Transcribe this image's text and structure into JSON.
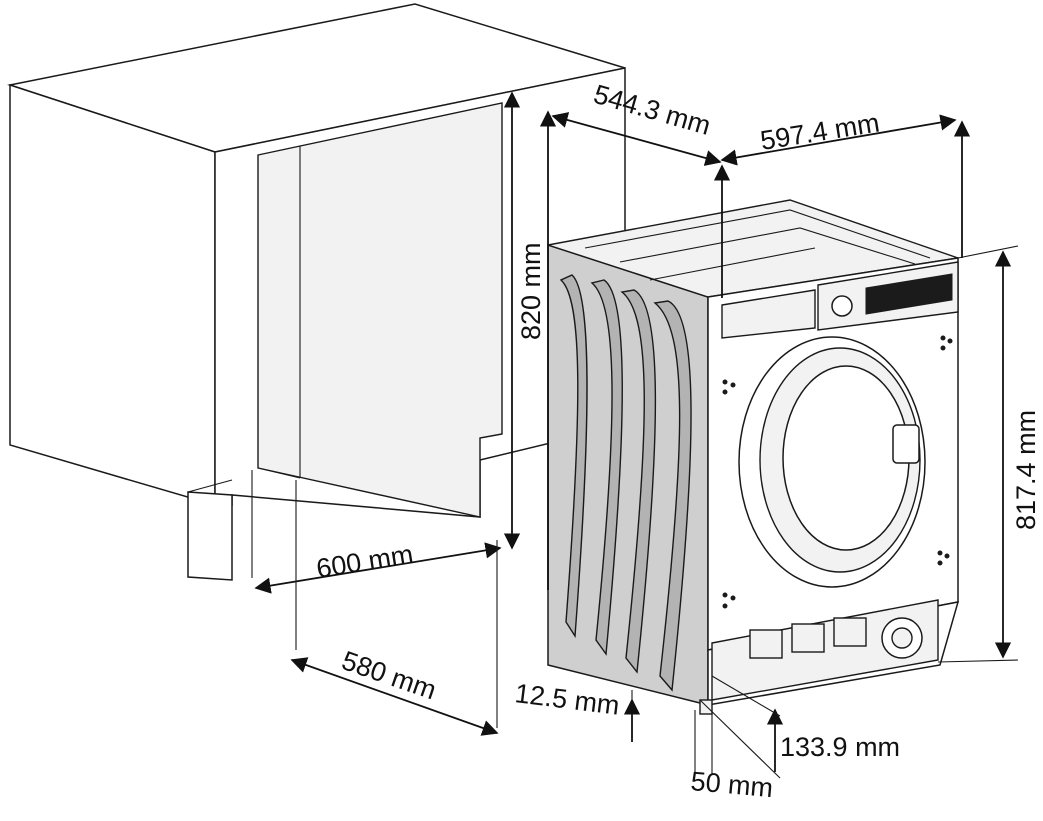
{
  "dimensions": {
    "cabinet_width": "600 mm",
    "cabinet_depth": "580 mm",
    "niche_height": "820 mm",
    "machine_depth": "544.3 mm",
    "machine_width": "597.4 mm",
    "machine_height": "817.4 mm",
    "plinth_gap": "12.5 mm",
    "foot_offset": "133.9 mm",
    "bottom_depth": "50 mm"
  },
  "colors": {
    "line": "#1a1a1a",
    "side_panel": "#cfcfcf",
    "background": "#ffffff"
  }
}
